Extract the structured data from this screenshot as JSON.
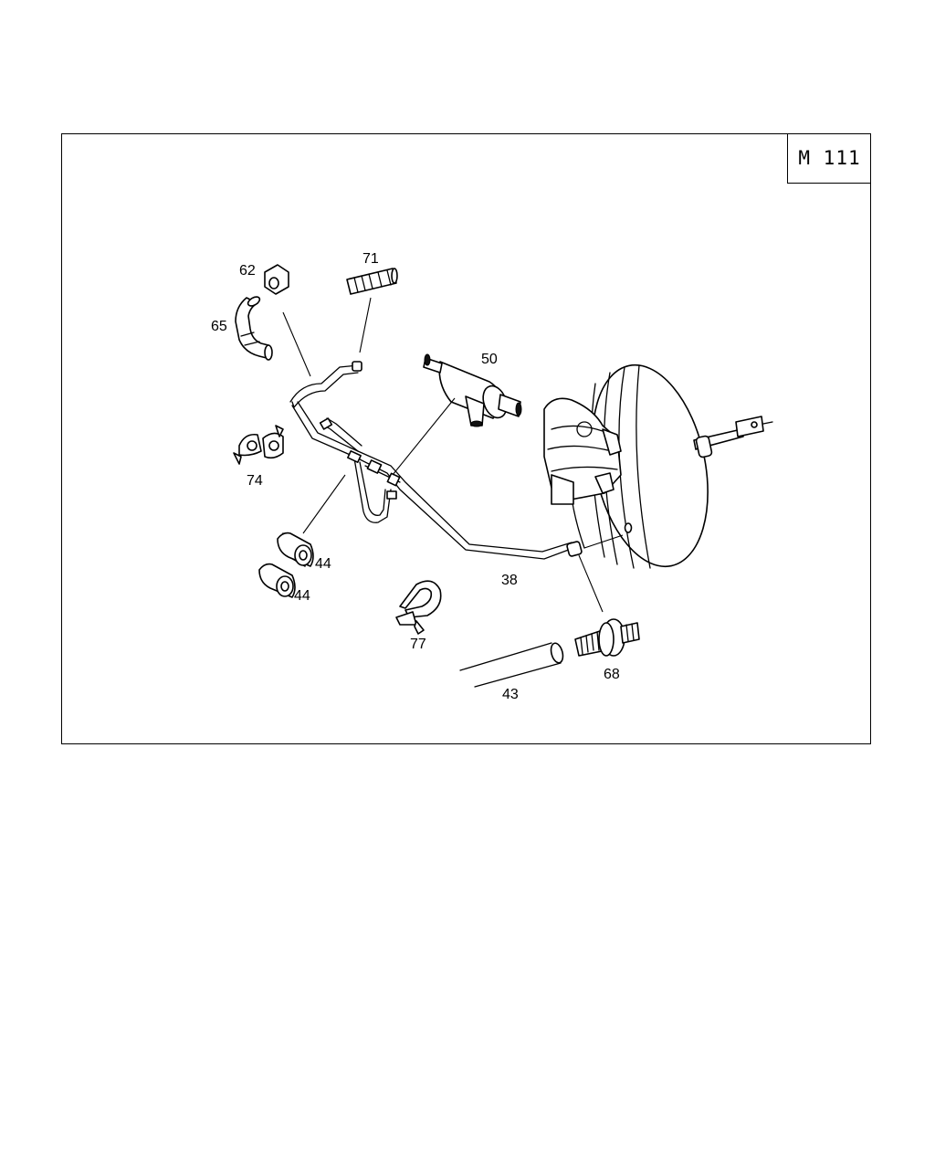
{
  "diagram": {
    "model_badge": "M 111",
    "callouts": {
      "c62": "62",
      "c71": "71",
      "c65": "65",
      "c50": "50",
      "c74": "74",
      "c44a": "44",
      "c44b": "44",
      "c38": "38",
      "c77": "77",
      "c68": "68",
      "c43": "43"
    }
  }
}
